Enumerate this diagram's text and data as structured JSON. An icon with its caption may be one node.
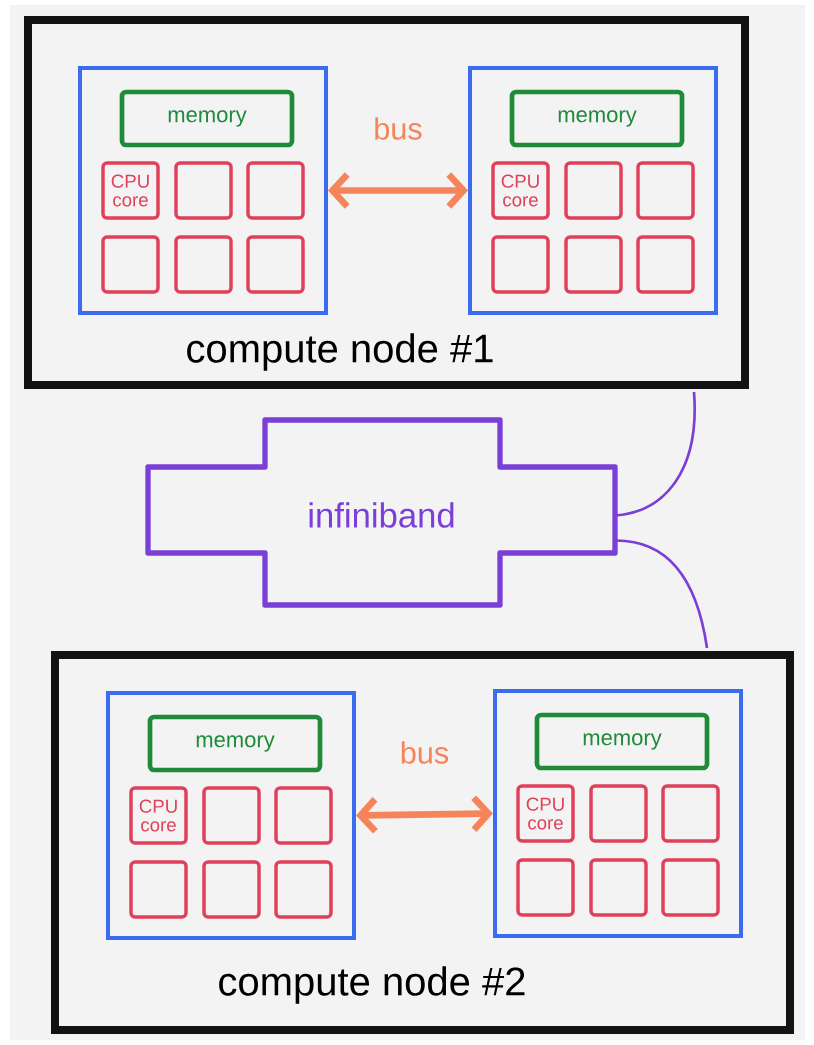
{
  "diagram": {
    "nodes": [
      {
        "text": [
          "compute node #1"
        ]
      },
      {
        "text": [],
        "shape": "box",
        "in": 0
      },
      {
        "text": [
          "memory"
        ],
        "in": 1
      },
      {
        "text": [
          "CPU core"
        ],
        "in": 1
      },
      {
        "text": [],
        "shape": "box",
        "in": 1
      },
      {
        "text": [],
        "shape": "box",
        "in": 1
      },
      {
        "text": [],
        "shape": "box",
        "in": 1
      },
      {
        "text": [],
        "shape": "box",
        "in": 1
      },
      {
        "text": [],
        "shape": "box",
        "in": 1
      },
      {
        "text": [],
        "shape": "box",
        "in": 0
      },
      {
        "text": [
          "memory"
        ],
        "in": 9
      },
      {
        "text": [
          "CPU core"
        ],
        "in": 9
      },
      {
        "text": [],
        "shape": "box",
        "in": 9
      },
      {
        "text": [],
        "shape": "box",
        "in": 9
      },
      {
        "text": [],
        "shape": "box",
        "in": 9
      },
      {
        "text": [],
        "shape": "box",
        "in": 9
      },
      {
        "text": [],
        "shape": "box",
        "in": 9
      },
      {
        "text": [
          "infiniband"
        ]
      },
      {
        "text": [
          "compute node #2"
        ]
      },
      {
        "text": [],
        "shape": "box",
        "in": 18
      },
      {
        "text": [
          "memory"
        ],
        "in": 19
      },
      {
        "text": [
          "CPU core"
        ],
        "in": 19
      },
      {
        "text": [],
        "shape": "box",
        "in": 19
      },
      {
        "text": [],
        "shape": "box",
        "in": 19
      },
      {
        "text": [],
        "shape": "box",
        "in": 19
      },
      {
        "text": [],
        "shape": "box",
        "in": 19
      },
      {
        "text": [],
        "shape": "box",
        "in": 19
      },
      {
        "text": [],
        "shape": "box",
        "in": 18
      },
      {
        "text": [
          "memory"
        ],
        "in": 27
      },
      {
        "text": [
          "CPU core"
        ],
        "in": 27
      },
      {
        "text": [],
        "shape": "box",
        "in": 27
      },
      {
        "text": [],
        "shape": "box",
        "in": 27
      },
      {
        "text": [],
        "shape": "box",
        "in": 27
      },
      {
        "text": [],
        "shape": "box",
        "in": 27
      },
      {
        "text": [],
        "shape": "box",
        "in": 27
      }
    ],
    "edges": [
      {
        "from": 1,
        "to": 9,
        "arrow": "both",
        "label": "bus",
        "color": "#f5845a",
        "style": "thick"
      },
      {
        "from": 17,
        "to": 0,
        "arrow": "none",
        "color": "#7a3fd6"
      },
      {
        "from": 17,
        "to": 18,
        "arrow": "none",
        "color": "#7a3fd6"
      },
      {
        "from": 19,
        "to": 27,
        "arrow": "both",
        "label": "bus",
        "color": "#f5845a",
        "style": "thick"
      }
    ]
  }
}
